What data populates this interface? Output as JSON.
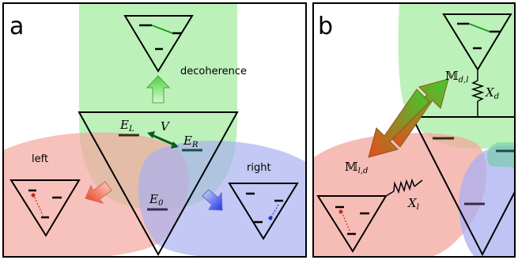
{
  "panel_a": {
    "letter": "a",
    "decoherence_label": "decoherence",
    "left_label": "left",
    "right_label": "right",
    "level_EL": "E",
    "level_EL_sub": "L",
    "level_ER": "E",
    "level_ER_sub": "R",
    "level_E0": "E",
    "level_E0_sub": "0",
    "coupling_V": "V"
  },
  "panel_b": {
    "letter": "b",
    "M_dl": "𝕄",
    "M_dl_sub": "d,l",
    "M_ld": "𝕄",
    "M_ld_sub": "l,d",
    "X_d": "X",
    "X_d_sub": "d",
    "X_l": "X",
    "X_l_sub": "l"
  },
  "colors": {
    "green_lobe": "#a7eca3",
    "red_lobe": "#f3a79f",
    "blue_lobe": "#a9b0f0",
    "level_line": "#3b2a12",
    "arrow_green": "#39c23a",
    "arrow_red": "#e8401c",
    "arrow_blue": "#2437e0"
  }
}
